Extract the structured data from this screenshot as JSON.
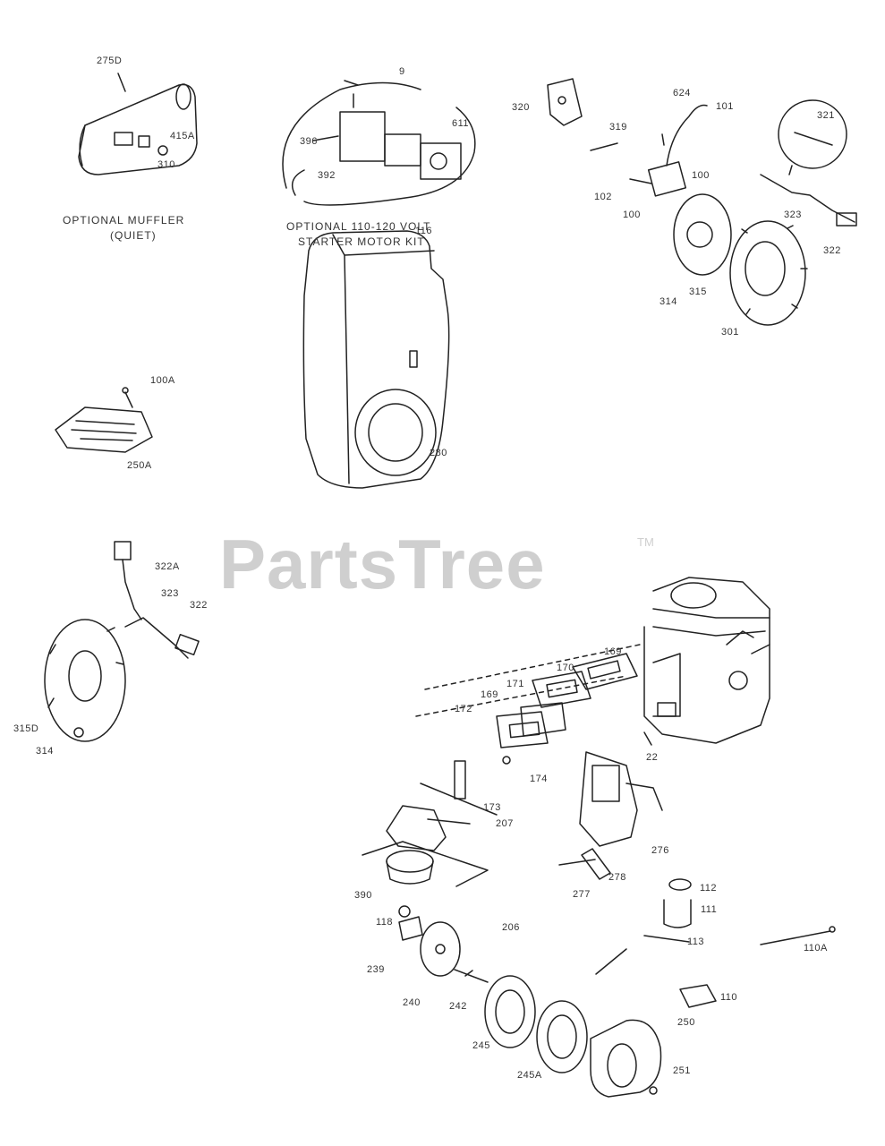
{
  "watermark": {
    "brand": "PartsTree",
    "trademark": "TM"
  },
  "captions": {
    "muffler_line1": "OPTIONAL MUFFLER",
    "muffler_line2": "(QUIET)",
    "starter_line1": "OPTIONAL 110-120 VOLT",
    "starter_line2": "STARTER MOTOR KIT"
  },
  "part_labels": {
    "p275d": "275D",
    "p415a": "415A",
    "p310": "310",
    "p9": "9",
    "p396": "396",
    "p611": "611",
    "p392": "392",
    "p320": "320",
    "p624": "624",
    "p101": "101",
    "p319": "319",
    "p100b": "100",
    "p102": "102",
    "p100": "100",
    "p321": "321",
    "p323a": "323",
    "p322a": "322",
    "p314a": "314",
    "p315": "315",
    "p301": "301",
    "p116": "116",
    "p100a": "100A",
    "p250a": "250A",
    "p280": "280",
    "p322b": "322A",
    "p323b": "323",
    "p322c": "322",
    "p315d": "315D",
    "p314b": "314",
    "p169a": "169",
    "p170": "170",
    "p171": "171",
    "p169b": "169",
    "p172": "172",
    "p22": "22",
    "p174": "174",
    "p173": "173",
    "p207": "207",
    "p276": "276",
    "p390": "390",
    "p278": "278",
    "p277": "277",
    "p112": "112",
    "p111": "111",
    "p113": "113",
    "p118": "118",
    "p206": "206",
    "p239": "239",
    "p240": "240",
    "p242": "242",
    "p245": "245",
    "p245a": "245A",
    "p250": "250",
    "p251": "251",
    "p110a": "110A",
    "p110b": "110"
  }
}
